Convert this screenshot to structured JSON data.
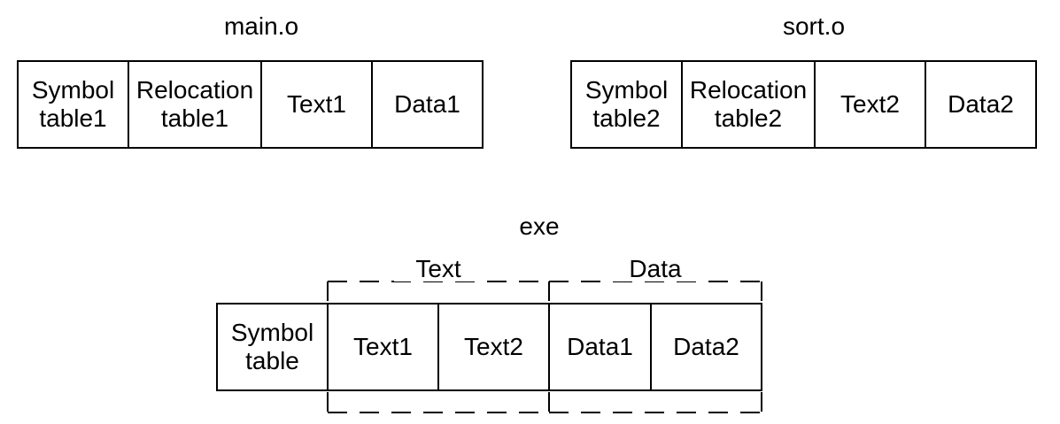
{
  "main_object": {
    "title": "main.o",
    "cells": [
      "Symbol\ntable1",
      "Relocation\ntable1",
      "Text1",
      "Data1"
    ]
  },
  "sort_object": {
    "title": "sort.o",
    "cells": [
      "Symbol\ntable2",
      "Relocation\ntable2",
      "Text2",
      "Data2"
    ]
  },
  "executable": {
    "title": "exe",
    "text_segment_label": "Text",
    "data_segment_label": "Data",
    "cells": [
      "Symbol\ntable",
      "Text1",
      "Text2",
      "Data1",
      "Data2"
    ]
  }
}
